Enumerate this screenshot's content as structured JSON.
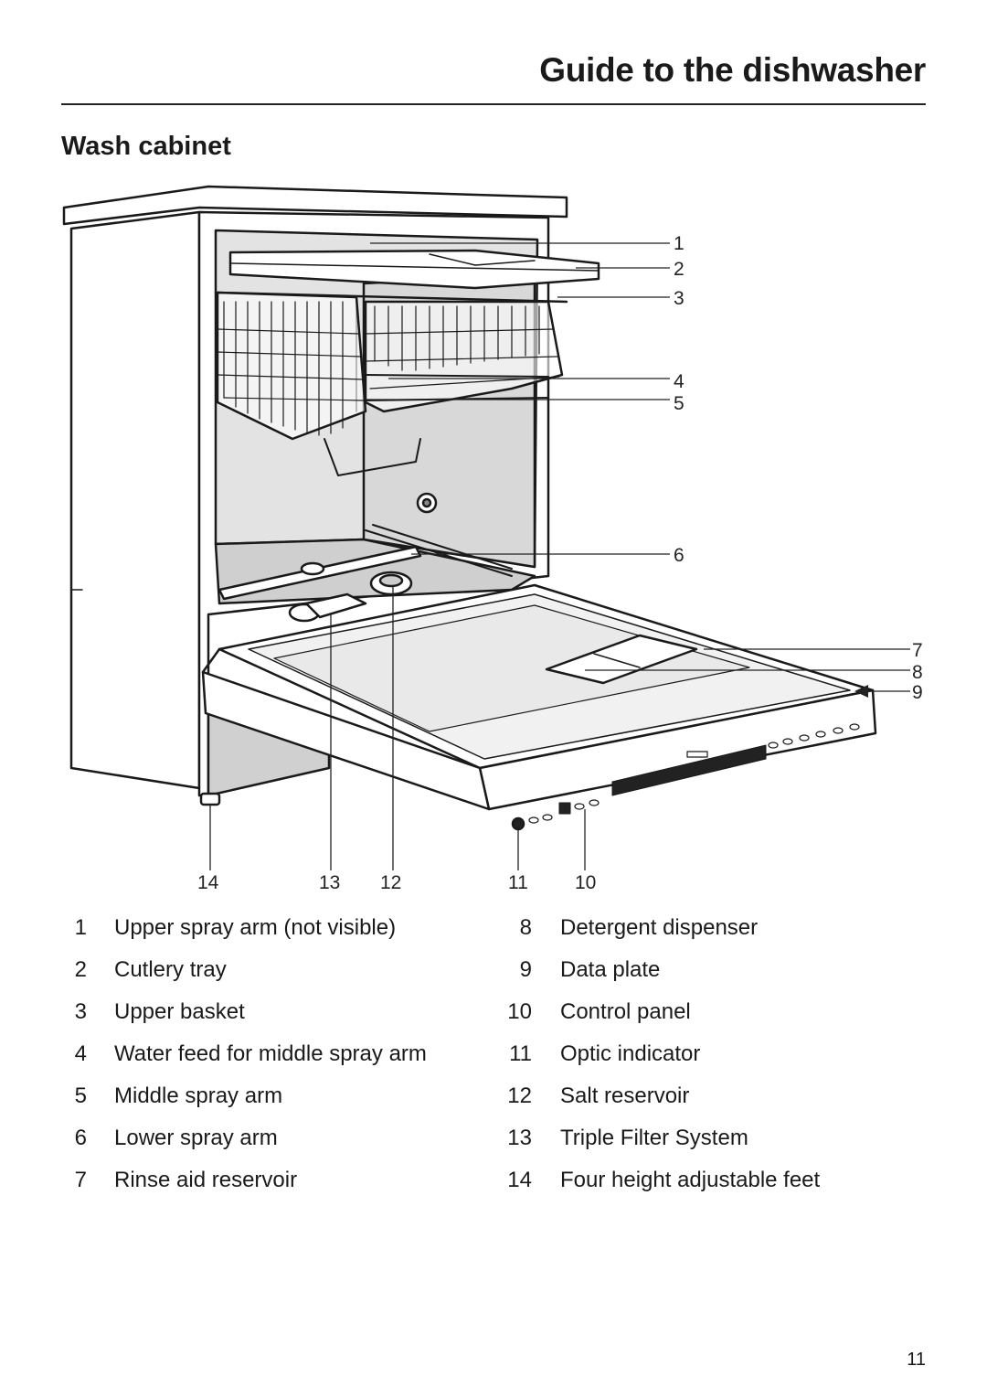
{
  "header": {
    "title": "Guide to the dishwasher"
  },
  "section": {
    "title": "Wash cabinet"
  },
  "figure": {
    "callouts_right": [
      "1",
      "2",
      "3",
      "4",
      "5",
      "6",
      "7",
      "8",
      "9"
    ],
    "callouts_bottom": [
      "14",
      "13",
      "12",
      "11",
      "10"
    ]
  },
  "legend": {
    "left": [
      {
        "num": "1",
        "text": "Upper spray arm (not visible)"
      },
      {
        "num": "2",
        "text": "Cutlery tray"
      },
      {
        "num": "3",
        "text": "Upper basket"
      },
      {
        "num": "4",
        "text": "Water feed for middle spray arm"
      },
      {
        "num": "5",
        "text": "Middle spray arm"
      },
      {
        "num": "6",
        "text": "Lower spray arm"
      },
      {
        "num": "7",
        "text": "Rinse aid reservoir"
      }
    ],
    "right": [
      {
        "num": "8",
        "text": "Detergent dispenser"
      },
      {
        "num": "9",
        "text": "Data plate"
      },
      {
        "num": "10",
        "text": "Control panel"
      },
      {
        "num": "11",
        "text": "Optic indicator"
      },
      {
        "num": "12",
        "text": "Salt reservoir"
      },
      {
        "num": "13",
        "text": "Triple Filter System"
      },
      {
        "num": "14",
        "text": "Four height adjustable feet"
      }
    ]
  },
  "footer": {
    "page_number": "11"
  }
}
